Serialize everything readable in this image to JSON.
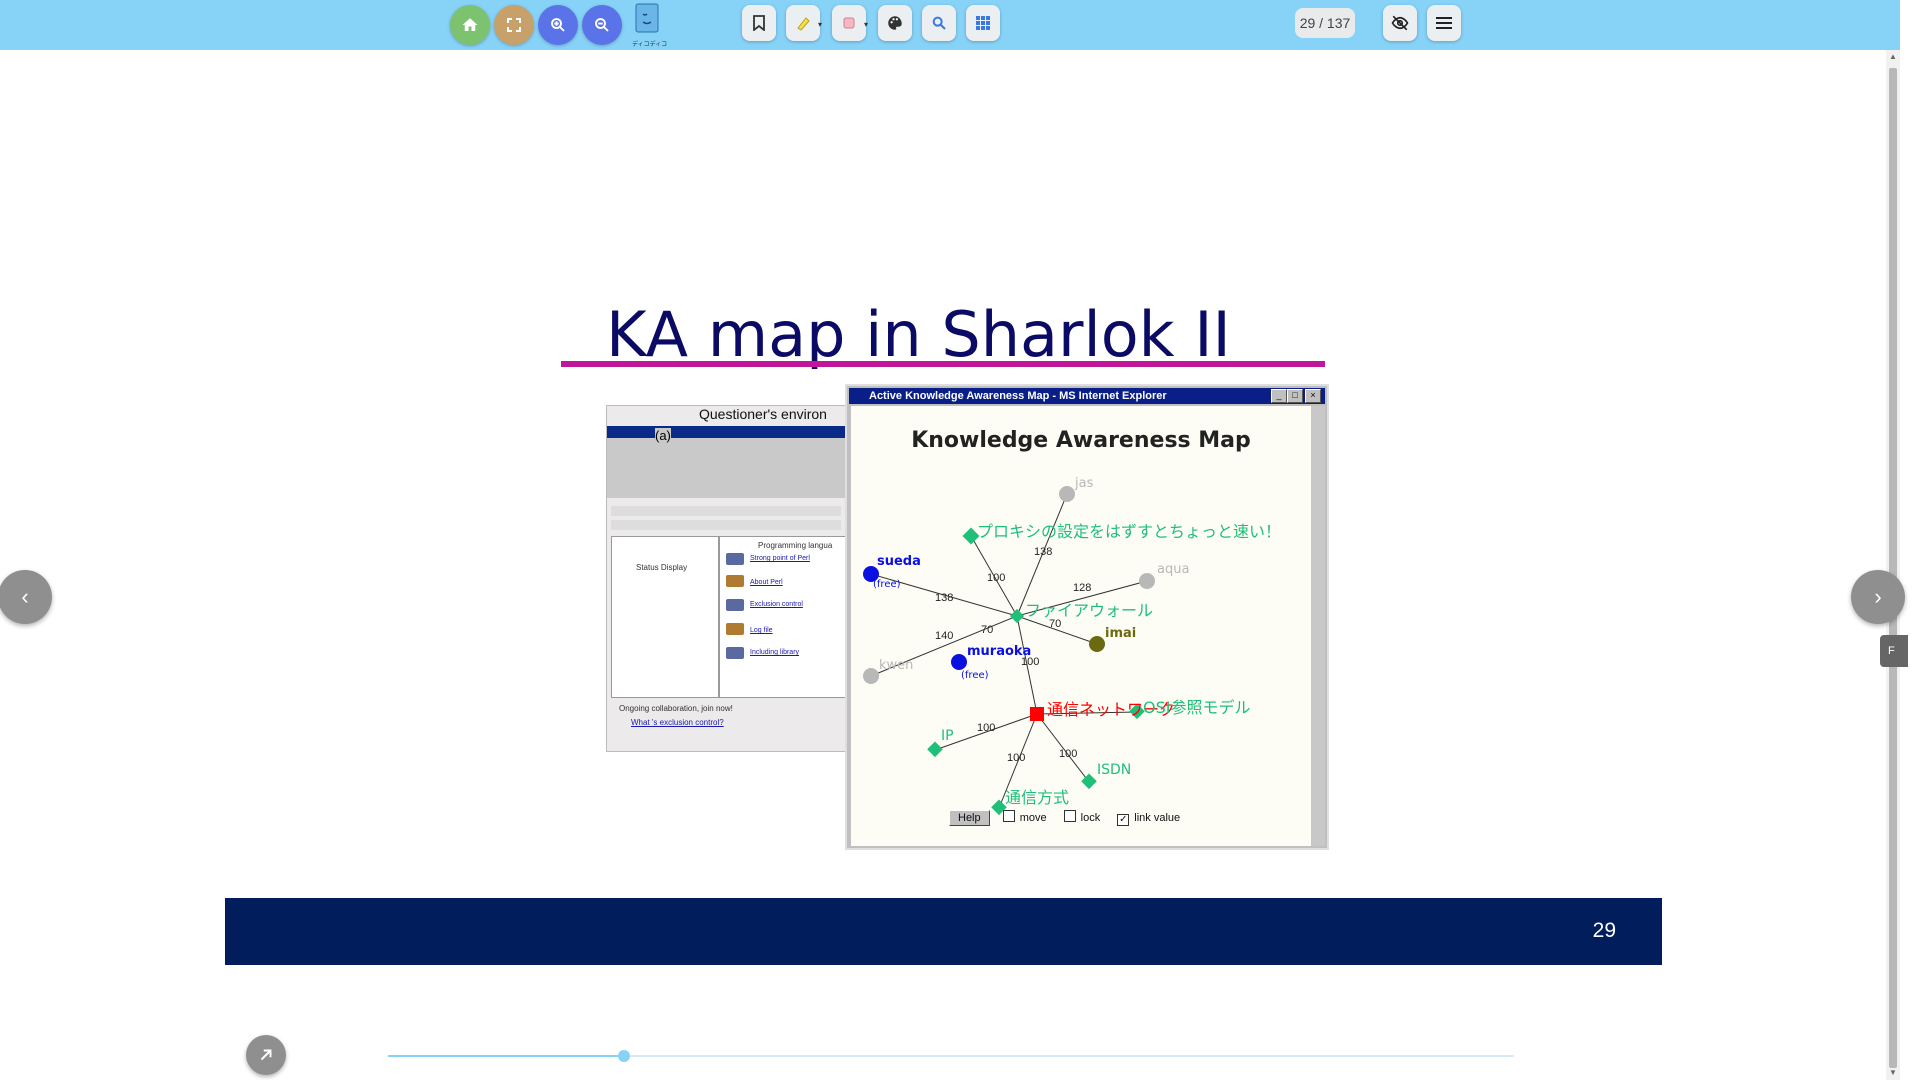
{
  "toolbar": {
    "colors": {
      "background": "#87d3f8",
      "home": "#7dc36f",
      "fullscreen": "#c8a06a",
      "zoom": "#5a73e8"
    },
    "icons": [
      "home-icon",
      "fullscreen-icon",
      "zoom-in-icon",
      "zoom-out-icon",
      "book-logo-icon",
      "bookmark-icon",
      "highlighter-icon",
      "eraser-icon",
      "palette-icon",
      "search-icon",
      "grid-icon",
      "eye-off-icon",
      "menu-icon"
    ],
    "logo_text": "ディコディコ",
    "page_counter": "29 / 137"
  },
  "slide": {
    "title": "KA map in Sharlok II",
    "number": "29",
    "colors": {
      "title": "#0b0b66",
      "rule": "#c0169a",
      "footer": "#021d5c"
    },
    "screenshot": {
      "caption": "Questioner's environ",
      "label": "(a)",
      "status_title": "Status Display",
      "programming_title": "Programming langua",
      "links": [
        "Strong point of Perl",
        "About Perl",
        "Exclusion control",
        "Log file",
        "Including library"
      ],
      "ongoing": "Ongoing collaboration, join now!",
      "exclusion_link": "What 's exclusion control?"
    },
    "ka_window": {
      "title": "Active Knowledge Awareness Map - MS Internet Explorer",
      "heading": "Knowledge Awareness Map",
      "nodes": {
        "jas": "jas",
        "proxy": "プロキシの設定をはずすとちょっと速い！",
        "aqua": "aqua",
        "sueda": "sueda",
        "sueda_status": "(free)",
        "firewall": "ファイアウォール",
        "imai": "imai",
        "muraoka": "muraoka",
        "muraoka_status": "(free)",
        "kwen": "kwen",
        "network": "通信ネットワーク",
        "osi": "OSI参照モデル",
        "ip": "IP",
        "method": "通信方式",
        "isdn": "ISDN"
      },
      "edge_values": [
        "138",
        "100",
        "138",
        "128",
        "70",
        "70",
        "140",
        "100",
        "100",
        "100",
        "100"
      ],
      "controls": {
        "help": "Help",
        "move": "move",
        "lock": "lock",
        "link_value": "link value"
      }
    }
  },
  "slider": {
    "progress": 0.21
  }
}
